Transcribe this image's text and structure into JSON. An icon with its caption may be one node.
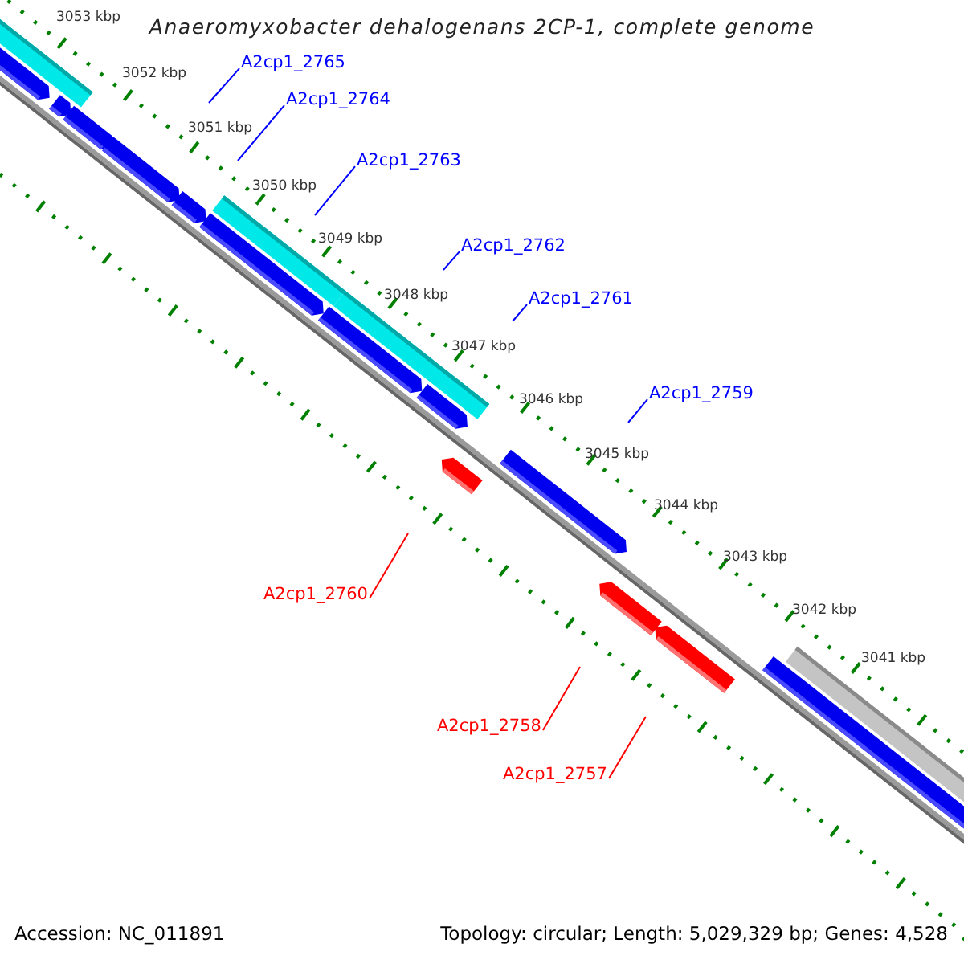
{
  "diagram": {
    "title": "Anaeromyxobacter dehalogenans 2CP-1, complete genome",
    "nodes": [
      {
        "text": [
          "A2cp1_2765"
        ]
      },
      {
        "text": [
          "A2cp1_2764"
        ]
      },
      {
        "text": [
          "A2cp1_2763"
        ]
      },
      {
        "text": [
          "A2cp1_2762"
        ]
      },
      {
        "text": [
          "A2cp1_2761"
        ]
      },
      {
        "text": [
          "A2cp1_2759"
        ]
      },
      {
        "text": [
          "A2cp1_2760"
        ]
      },
      {
        "text": [
          "A2cp1_2758"
        ]
      },
      {
        "text": [
          "A2cp1_2757"
        ]
      }
    ],
    "edges": [
      {
        "from": 0,
        "to": null,
        "arrow": "none"
      },
      {
        "from": 1,
        "to": null,
        "arrow": "none"
      },
      {
        "from": 2,
        "to": null,
        "arrow": "none"
      },
      {
        "from": 3,
        "to": null,
        "arrow": "none"
      },
      {
        "from": 4,
        "to": null,
        "arrow": "none"
      },
      {
        "from": 5,
        "to": null,
        "arrow": "none"
      },
      {
        "from": 6,
        "to": null,
        "arrow": "none",
        "color": "#ff0000"
      },
      {
        "from": 7,
        "to": null,
        "arrow": "none",
        "color": "#ff0000"
      },
      {
        "from": 8,
        "to": null,
        "arrow": "none",
        "color": "#ff0000"
      }
    ],
    "labels": [
      "3053 kbp",
      "3052 kbp",
      "3051 kbp",
      "3050 kbp",
      "3049 kbp",
      "3048 kbp",
      "3047 kbp",
      "3046 kbp",
      "3045 kbp",
      "3044 kbp",
      "3043 kbp",
      "3042 kbp",
      "3041 kbp",
      "Accession: NC_011891",
      "Topology: circular; Length: 5,029,329 bp; Genes: 4,528"
    ]
  }
}
